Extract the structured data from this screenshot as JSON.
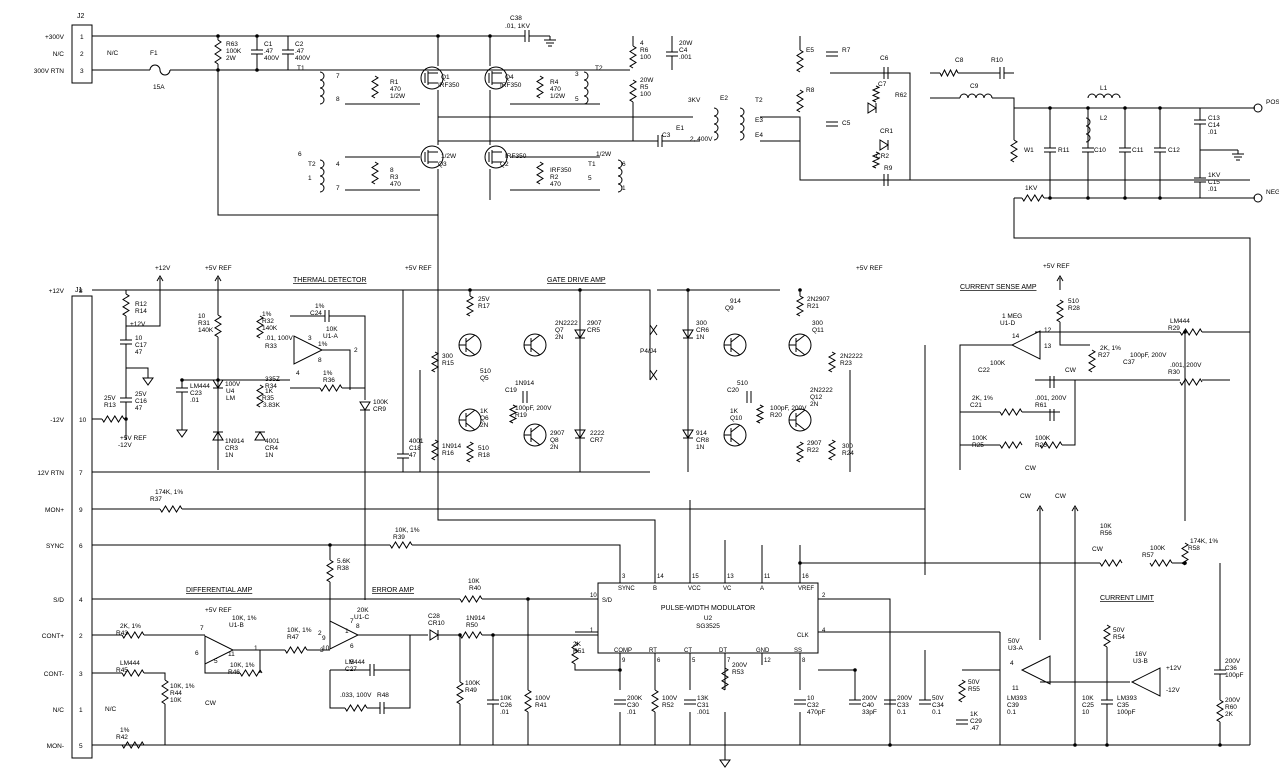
{
  "connectors": {
    "j2": {
      "label": "J2",
      "pins": [
        {
          "num": "1",
          "name": "+300V"
        },
        {
          "num": "2",
          "name": "N/C"
        },
        {
          "num": "3",
          "name": "300V RTN"
        }
      ]
    },
    "j1": {
      "label": "J1",
      "pins": [
        {
          "num": "8",
          "name": "+12V"
        },
        {
          "num": "10",
          "name": "-12V"
        },
        {
          "num": "7",
          "name": "12V RTN"
        },
        {
          "num": "9",
          "name": "MON+"
        },
        {
          "num": "6",
          "name": "SYNC"
        },
        {
          "num": "4",
          "name": "S/D"
        },
        {
          "num": "2",
          "name": "CONT+"
        },
        {
          "num": "3",
          "name": "CONT-"
        },
        {
          "num": "1",
          "name": "N/C"
        },
        {
          "num": "5",
          "name": "MON-"
        }
      ]
    },
    "j2_nc": "N/C",
    "j1_nc": "N/C"
  },
  "section_titles": {
    "thermal": "THERMAL DETECTOR",
    "gate": "GATE DRIVE AMP",
    "current_sense": "CURRENT SENSE AMP",
    "differential": "DIFFERENTIAL AMP",
    "error": "ERROR AMP",
    "current_limit": "CURRENT LIMIT"
  },
  "rails": {
    "p12": "+12V",
    "p5ref": "+5V REF",
    "m12": "-12V",
    "p4j4": "P4/J4",
    "cw": "CW"
  },
  "outputs": {
    "pos": "POS OUT",
    "neg": "NEG OUT"
  },
  "ic": {
    "title": "PULSE-WIDTH MODULATOR",
    "ref": "U2",
    "part": "SG3525",
    "pins": [
      {
        "num": "3",
        "name": "SYNC"
      },
      {
        "num": "14",
        "name": "B"
      },
      {
        "num": "15",
        "name": "VCC"
      },
      {
        "num": "13",
        "name": "VC"
      },
      {
        "num": "11",
        "name": "A"
      },
      {
        "num": "16",
        "name": "VREF"
      },
      {
        "num": "10",
        "name": "S/D"
      },
      {
        "num": "2",
        "name": ""
      },
      {
        "num": "1",
        "name": ""
      },
      {
        "num": "4",
        "name": "CLK"
      },
      {
        "num": "9",
        "name": "COMP"
      },
      {
        "num": "6",
        "name": "RT"
      },
      {
        "num": "5",
        "name": "CT"
      },
      {
        "num": "7",
        "name": "DT"
      },
      {
        "num": "12",
        "name": "GND"
      },
      {
        "num": "8",
        "name": "SS"
      }
    ]
  },
  "labels": [
    {
      "t": "F1"
    },
    {
      "t": "15A"
    },
    {
      "t": "R63"
    },
    {
      "t": "100K"
    },
    {
      "t": "2W"
    },
    {
      "t": "C1"
    },
    {
      "t": ".47"
    },
    {
      "t": "400V"
    },
    {
      "t": "C2"
    },
    {
      "t": ".47"
    },
    {
      "t": "400V"
    },
    {
      "t": "C38"
    },
    {
      "t": ".01, 1KV"
    },
    {
      "t": "T1"
    },
    {
      "t": "7"
    },
    {
      "t": "8"
    },
    {
      "t": "R1"
    },
    {
      "t": "470"
    },
    {
      "t": "1/2W"
    },
    {
      "t": "Q1"
    },
    {
      "t": "IRF350"
    },
    {
      "t": "Q4"
    },
    {
      "t": "IRF350"
    },
    {
      "t": "R4"
    },
    {
      "t": "470"
    },
    {
      "t": "1/2W"
    },
    {
      "t": "T2"
    },
    {
      "t": "3"
    },
    {
      "t": "5"
    },
    {
      "t": "6"
    },
    {
      "t": "T2"
    },
    {
      "t": "1"
    },
    {
      "t": "4"
    },
    {
      "t": "7"
    },
    {
      "t": "8"
    },
    {
      "t": "R3"
    },
    {
      "t": "470"
    },
    {
      "t": "1/2W"
    },
    {
      "t": "Q3"
    },
    {
      "t": "IRF350"
    },
    {
      "t": "Q2"
    },
    {
      "t": "IRF350"
    },
    {
      "t": "R2"
    },
    {
      "t": "470"
    },
    {
      "t": "1/2W"
    },
    {
      "t": "T1"
    },
    {
      "t": "5"
    },
    {
      "t": "6"
    },
    {
      "t": "1"
    },
    {
      "t": "4"
    },
    {
      "t": "R6"
    },
    {
      "t": "100"
    },
    {
      "t": "20W"
    },
    {
      "t": "R5"
    },
    {
      "t": "100"
    },
    {
      "t": "20W"
    },
    {
      "t": "C4"
    },
    {
      "t": ".001"
    },
    {
      "t": "3KV"
    },
    {
      "t": "E1"
    },
    {
      "t": "C3"
    },
    {
      "t": "2, 400V"
    },
    {
      "t": "E2"
    },
    {
      "t": "T2"
    },
    {
      "t": "E3"
    },
    {
      "t": "E4"
    },
    {
      "t": "E5"
    },
    {
      "t": "R8"
    },
    {
      "t": "R7"
    },
    {
      "t": "C5"
    },
    {
      "t": "C6"
    },
    {
      "t": "C7"
    },
    {
      "t": "R62"
    },
    {
      "t": "CR1"
    },
    {
      "t": "CR2"
    },
    {
      "t": "R9"
    },
    {
      "t": "C8"
    },
    {
      "t": "R10"
    },
    {
      "t": "C9"
    },
    {
      "t": "L1"
    },
    {
      "t": "L2"
    },
    {
      "t": "W1"
    },
    {
      "t": "R11"
    },
    {
      "t": "C10"
    },
    {
      "t": "C11"
    },
    {
      "t": "C12"
    },
    {
      "t": "C13"
    },
    {
      "t": "C14"
    },
    {
      "t": ".01"
    },
    {
      "t": "1KV"
    },
    {
      "t": "C15"
    },
    {
      "t": ".01"
    },
    {
      "t": "1KV"
    },
    {
      "t": "R12"
    },
    {
      "t": "R14"
    },
    {
      "t": "10"
    },
    {
      "t": "C17"
    },
    {
      "t": "47"
    },
    {
      "t": "25V"
    },
    {
      "t": "C16"
    },
    {
      "t": "47"
    },
    {
      "t": "25V"
    },
    {
      "t": "R13"
    },
    {
      "t": "10"
    },
    {
      "t": "R31"
    },
    {
      "t": "140K"
    },
    {
      "t": "1%"
    },
    {
      "t": "R32"
    },
    {
      "t": "140K"
    },
    {
      "t": "1%"
    },
    {
      "t": "C24"
    },
    {
      "t": ".01, 100V"
    },
    {
      "t": "R33"
    },
    {
      "t": "10K"
    },
    {
      "t": "U1-A"
    },
    {
      "t": "LM444"
    },
    {
      "t": "C23"
    },
    {
      "t": ".01"
    },
    {
      "t": "100V"
    },
    {
      "t": "U4"
    },
    {
      "t": "LM"
    },
    {
      "t": "335Z"
    },
    {
      "t": "R34"
    },
    {
      "t": "1K"
    },
    {
      "t": "R35"
    },
    {
      "t": "3.83K"
    },
    {
      "t": "1%"
    },
    {
      "t": "R36"
    },
    {
      "t": "100K"
    },
    {
      "t": "CR9"
    },
    {
      "t": "1N914"
    },
    {
      "t": "CR3"
    },
    {
      "t": "1N"
    },
    {
      "t": "4001"
    },
    {
      "t": "CR4"
    },
    {
      "t": "1N"
    },
    {
      "t": "4001"
    },
    {
      "t": "C18"
    },
    {
      "t": "47"
    },
    {
      "t": "25V"
    },
    {
      "t": "R17"
    },
    {
      "t": "300"
    },
    {
      "t": "R15"
    },
    {
      "t": "510"
    },
    {
      "t": "Q5"
    },
    {
      "t": "2N2222"
    },
    {
      "t": "Q7"
    },
    {
      "t": "2N"
    },
    {
      "t": "2907"
    },
    {
      "t": "CR5"
    },
    {
      "t": "1N914"
    },
    {
      "t": "C19"
    },
    {
      "t": "100pF, 200V"
    },
    {
      "t": "R19"
    },
    {
      "t": "1K"
    },
    {
      "t": "Q6"
    },
    {
      "t": "2N"
    },
    {
      "t": "2907"
    },
    {
      "t": "Q8"
    },
    {
      "t": "2N"
    },
    {
      "t": "2222"
    },
    {
      "t": "CR7"
    },
    {
      "t": "1N914"
    },
    {
      "t": "R16"
    },
    {
      "t": "510"
    },
    {
      "t": "R18"
    },
    {
      "t": "300"
    },
    {
      "t": "CR6"
    },
    {
      "t": "1N"
    },
    {
      "t": "914"
    },
    {
      "t": "CR8"
    },
    {
      "t": "1N"
    },
    {
      "t": "914"
    },
    {
      "t": "Q9"
    },
    {
      "t": "2N2907"
    },
    {
      "t": "R21"
    },
    {
      "t": "300"
    },
    {
      "t": "Q11"
    },
    {
      "t": "2N2222"
    },
    {
      "t": "R23"
    },
    {
      "t": "510"
    },
    {
      "t": "C20"
    },
    {
      "t": "100pF, 200V"
    },
    {
      "t": "R20"
    },
    {
      "t": "1K"
    },
    {
      "t": "Q10"
    },
    {
      "t": "2N2222"
    },
    {
      "t": "Q12"
    },
    {
      "t": "2N"
    },
    {
      "t": "2907"
    },
    {
      "t": "R22"
    },
    {
      "t": "300"
    },
    {
      "t": "R24"
    },
    {
      "t": "510"
    },
    {
      "t": "R28"
    },
    {
      "t": "1 MEG"
    },
    {
      "t": "U1-D"
    },
    {
      "t": "LM444"
    },
    {
      "t": "R29"
    },
    {
      "t": "2K, 1%"
    },
    {
      "t": "R27"
    },
    {
      "t": "100K"
    },
    {
      "t": "C22"
    },
    {
      "t": "100pF, 200V"
    },
    {
      "t": "C37"
    },
    {
      "t": ".001, 200V"
    },
    {
      "t": "R30"
    },
    {
      "t": "2K, 1%"
    },
    {
      "t": "C21"
    },
    {
      "t": ".001, 200V"
    },
    {
      "t": "R61"
    },
    {
      "t": "100K"
    },
    {
      "t": "R25"
    },
    {
      "t": "100K"
    },
    {
      "t": "R26"
    },
    {
      "t": "174K, 1%"
    },
    {
      "t": "R37"
    },
    {
      "t": "10K, 1%"
    },
    {
      "t": "R39"
    },
    {
      "t": "5.6K"
    },
    {
      "t": "R38"
    },
    {
      "t": "10K"
    },
    {
      "t": "R40"
    },
    {
      "t": "10K"
    },
    {
      "t": "R56"
    },
    {
      "t": "100K"
    },
    {
      "t": "R57"
    },
    {
      "t": "174K, 1%"
    },
    {
      "t": "R58"
    },
    {
      "t": "2K, 1%"
    },
    {
      "t": "R43"
    },
    {
      "t": "10K, 1%"
    },
    {
      "t": "U1-B"
    },
    {
      "t": "LM444"
    },
    {
      "t": "R45"
    },
    {
      "t": "10K, 1%"
    },
    {
      "t": "R46"
    },
    {
      "t": "10K, 1%"
    },
    {
      "t": "R44"
    },
    {
      "t": "10K"
    },
    {
      "t": "1%"
    },
    {
      "t": "R42"
    },
    {
      "t": "10K, 1%"
    },
    {
      "t": "R47"
    },
    {
      "t": "20K"
    },
    {
      "t": "U1-C"
    },
    {
      "t": "LM444"
    },
    {
      "t": "C27"
    },
    {
      "t": ".033, 100V"
    },
    {
      "t": "R48"
    },
    {
      "t": "C28"
    },
    {
      "t": "CR10"
    },
    {
      "t": "1N914"
    },
    {
      "t": "R50"
    },
    {
      "t": "100K"
    },
    {
      "t": "R49"
    },
    {
      "t": "10K"
    },
    {
      "t": "C26"
    },
    {
      "t": ".01"
    },
    {
      "t": "100V"
    },
    {
      "t": "R41"
    },
    {
      "t": "2K"
    },
    {
      "t": "R51"
    },
    {
      "t": "200K"
    },
    {
      "t": "C30"
    },
    {
      "t": ".01"
    },
    {
      "t": "100V"
    },
    {
      "t": "R52"
    },
    {
      "t": "13K"
    },
    {
      "t": "C31"
    },
    {
      "t": ".001"
    },
    {
      "t": "200V"
    },
    {
      "t": "R53"
    },
    {
      "t": "10"
    },
    {
      "t": "C32"
    },
    {
      "t": "470pF"
    },
    {
      "t": "200V"
    },
    {
      "t": "C40"
    },
    {
      "t": "33pF"
    },
    {
      "t": "200V"
    },
    {
      "t": "C33"
    },
    {
      "t": "0.1"
    },
    {
      "t": "50V"
    },
    {
      "t": "C34"
    },
    {
      "t": "0.1"
    },
    {
      "t": "50V"
    },
    {
      "t": "R55"
    },
    {
      "t": "1K"
    },
    {
      "t": "C29"
    },
    {
      "t": ".47"
    },
    {
      "t": "50V"
    },
    {
      "t": "U3-A"
    },
    {
      "t": "LM393"
    },
    {
      "t": "C39"
    },
    {
      "t": "0.1"
    },
    {
      "t": "50V"
    },
    {
      "t": "R54"
    },
    {
      "t": "10K"
    },
    {
      "t": "C25"
    },
    {
      "t": "10"
    },
    {
      "t": "16V"
    },
    {
      "t": "U3-B"
    },
    {
      "t": "LM393"
    },
    {
      "t": "C35"
    },
    {
      "t": "100pF"
    },
    {
      "t": "200V"
    },
    {
      "t": "C36"
    },
    {
      "t": "100pF"
    },
    {
      "t": "200V"
    },
    {
      "t": "R60"
    },
    {
      "t": "2K"
    },
    {
      "t": "1%"
    },
    {
      "t": "8"
    },
    {
      "t": "3"
    },
    {
      "t": "2"
    },
    {
      "t": "4"
    },
    {
      "t": "1"
    },
    {
      "t": "7"
    },
    {
      "t": "6"
    },
    {
      "t": "5"
    },
    {
      "t": "2"
    },
    {
      "t": "3"
    },
    {
      "t": "1"
    },
    {
      "t": "6"
    },
    {
      "t": "5"
    },
    {
      "t": "7"
    },
    {
      "t": "11"
    },
    {
      "t": "9"
    },
    {
      "t": "10"
    },
    {
      "t": "8"
    },
    {
      "t": "14"
    },
    {
      "t": "13"
    },
    {
      "t": "12"
    },
    {
      "t": "4"
    },
    {
      "t": "11"
    },
    {
      "t": "+12V"
    },
    {
      "t": "-12V"
    },
    {
      "t": "+12V"
    },
    {
      "t": "+5V REF"
    },
    {
      "t": "+5V REF"
    },
    {
      "t": "CW"
    },
    {
      "t": "CW"
    },
    {
      "t": "CW"
    }
  ]
}
